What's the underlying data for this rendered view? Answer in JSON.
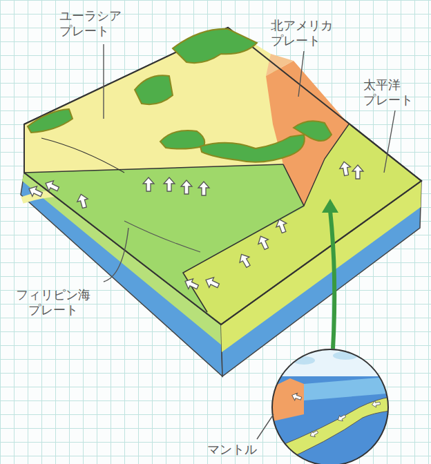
{
  "diagram": {
    "labels": [
      "ユーラシア プレート",
      "北アメリカ プレート",
      "太平洋 プレート",
      "フィリピン海 プレート",
      "マントル"
    ]
  }
}
